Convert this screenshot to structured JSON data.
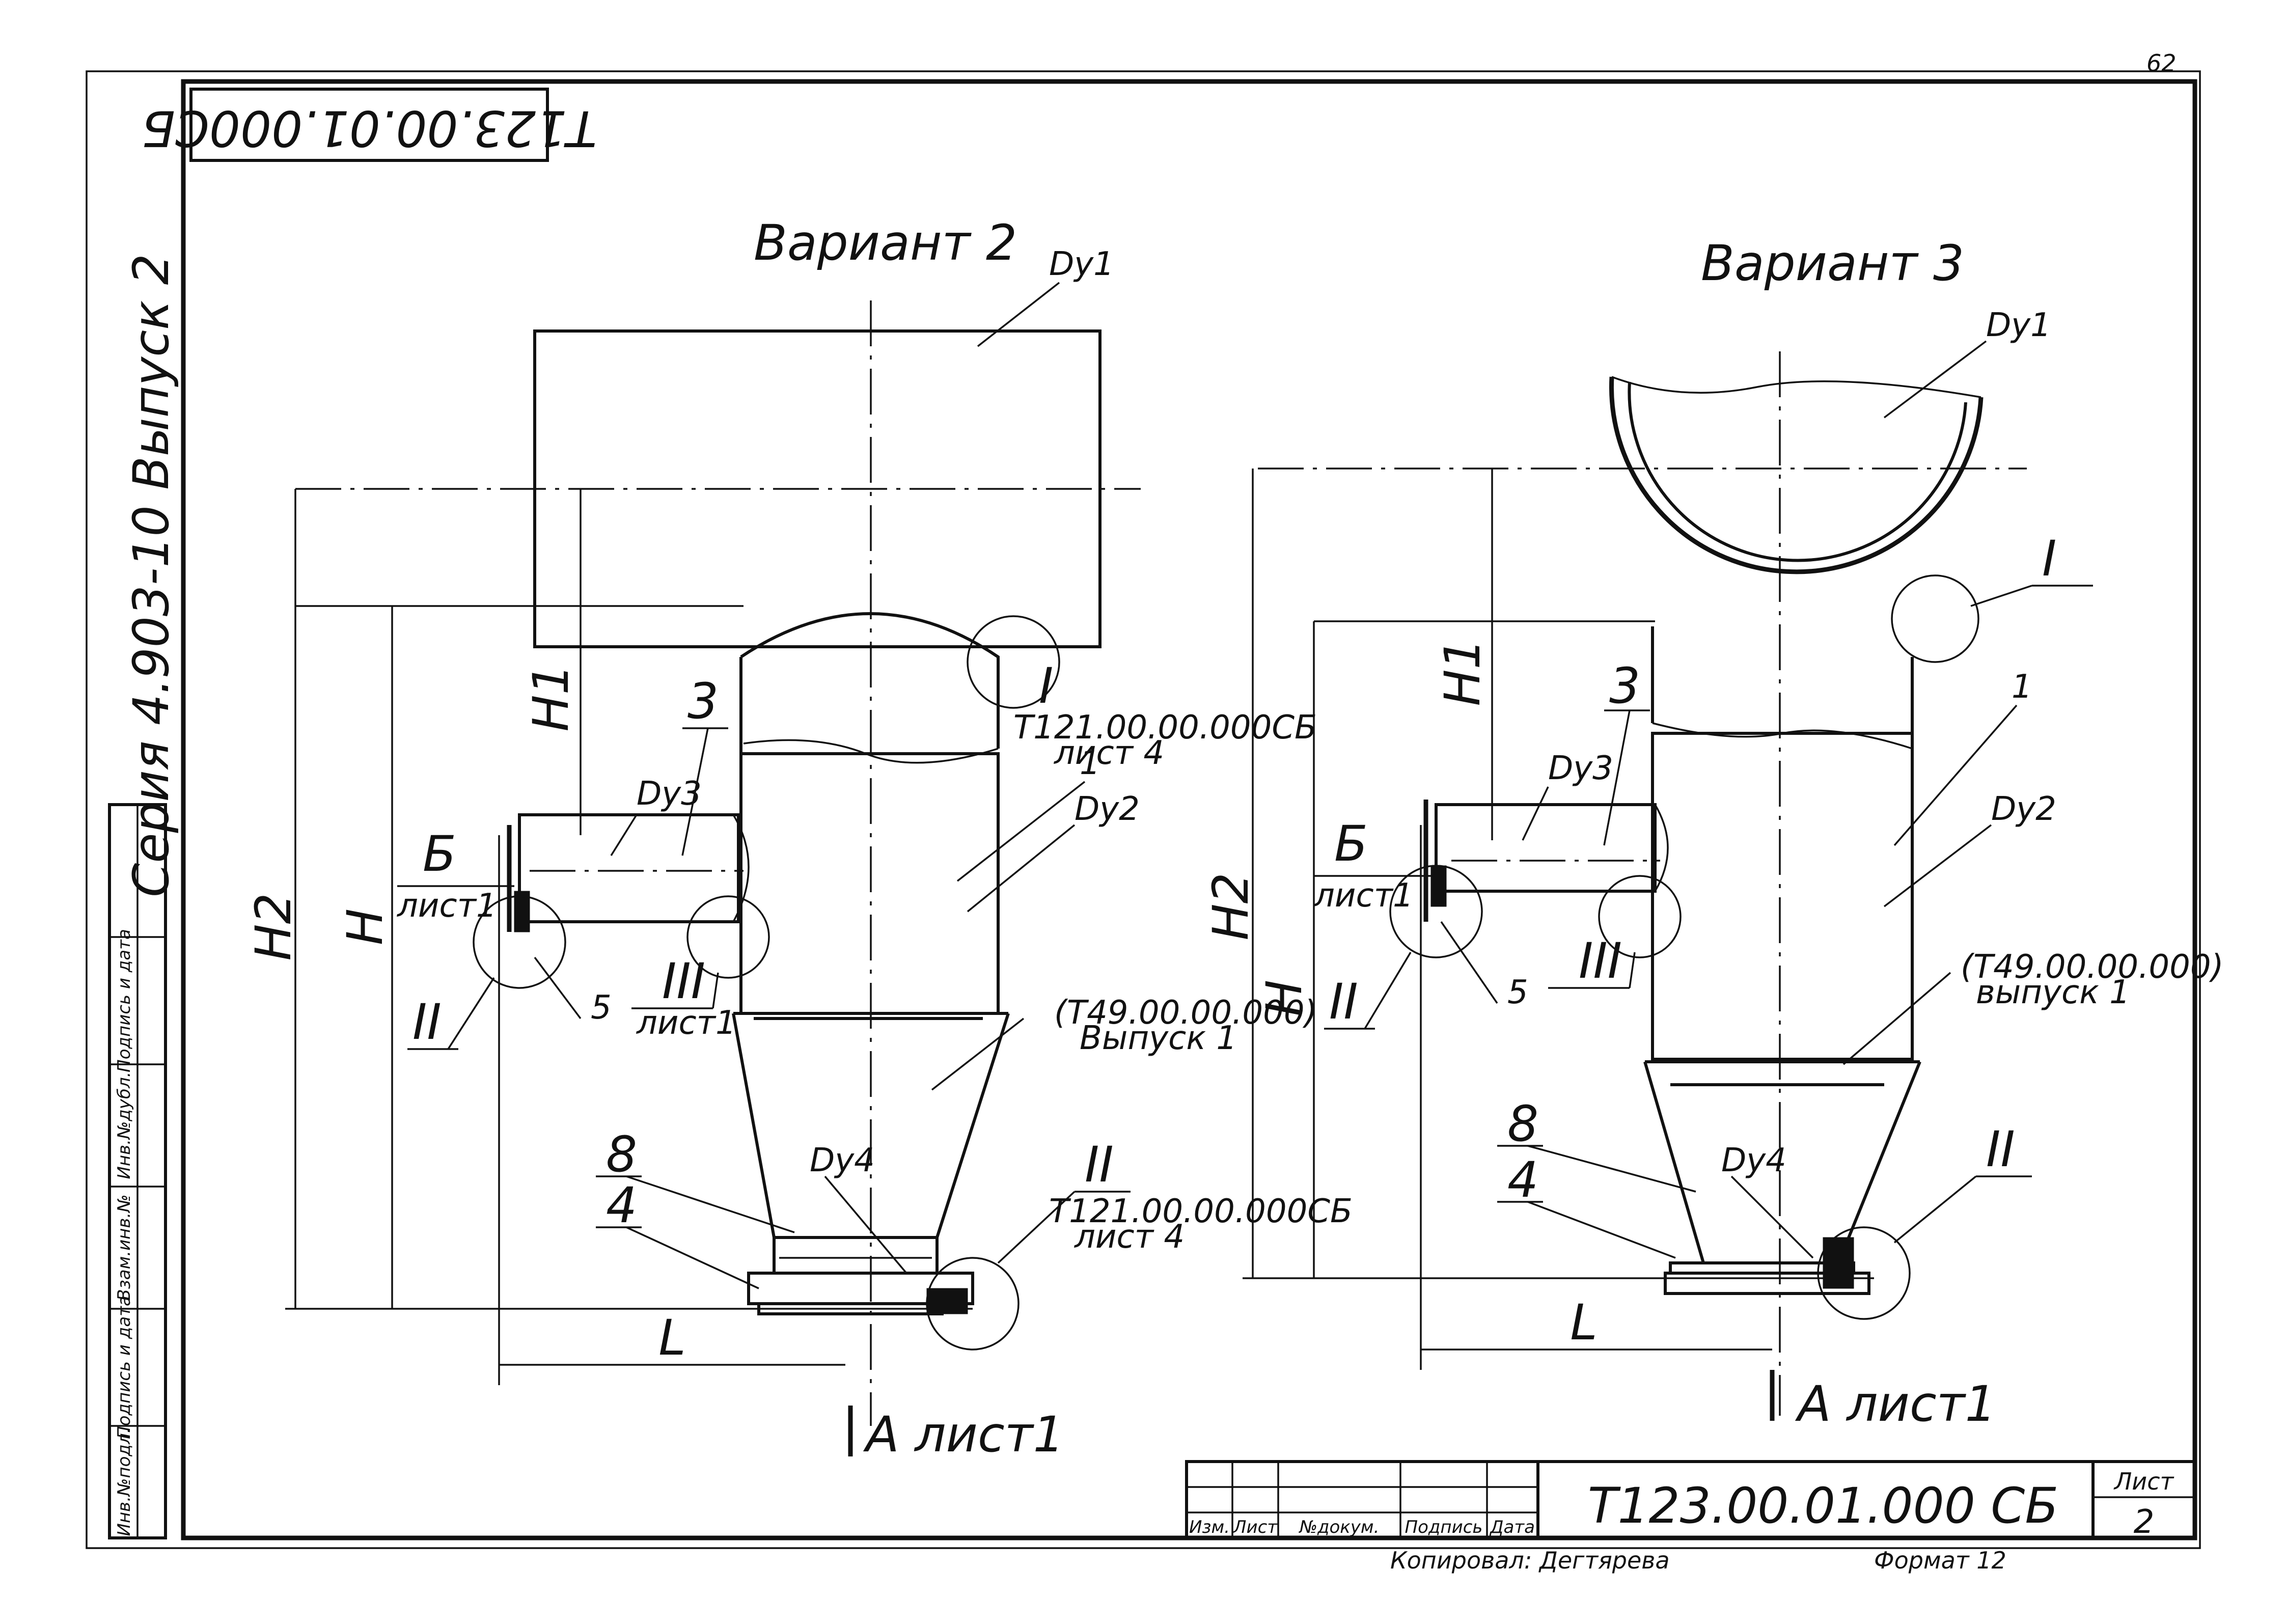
{
  "sheet_corner_number": "62",
  "stamp_top": "T123.00.01.000СБ",
  "series_text": "Серия 4.903-10 Выпуск 2",
  "left_strip": {
    "cells": [
      "Инв.№подл.",
      "Подпись и дата",
      "Взам.инв.№",
      "Инв.№дубл.",
      "Подпись и дата"
    ]
  },
  "variant2": {
    "title": "Вариант 2",
    "dy1": "Dу1",
    "dy2": "Dу2",
    "dy3": "Dу3",
    "dy4": "Dу4",
    "num1": "1",
    "num3": "3",
    "num4": "4",
    "num5": "5",
    "num8": "8",
    "b_label": "Б",
    "b_sheet": "лист1",
    "node1": "I",
    "node1_ref1": "T121.00.00.000СБ",
    "node1_ref2": "лист 4",
    "node2_left": "II",
    "node3": "III",
    "node3_sheet": "лист1",
    "node2_right": "II",
    "node2_ref1": "T121.00.00.000СБ",
    "node2_ref2": "лист 4",
    "t49_ref1": "(T49.00.00.000)",
    "t49_ref2": "Выпуск 1",
    "h1": "H1",
    "h2": "H2",
    "h": "H",
    "l": "L",
    "a_view": "А лист1"
  },
  "variant3": {
    "title": "Вариант 3",
    "dy1": "Dу1",
    "dy2": "Dу2",
    "dy3": "Dу3",
    "dy4": "Dу4",
    "num1": "1",
    "num3": "3",
    "num4": "4",
    "num5": "5",
    "num8": "8",
    "b_label": "Б",
    "b_sheet": "лист1",
    "node1": "I",
    "node2_left": "II",
    "node3": "III",
    "node2_right": "II",
    "t49_ref1": "(T49.00.00.000)",
    "t49_ref2": "выпуск 1",
    "h1": "H1",
    "h2": "H2",
    "h": "H",
    "l": "L",
    "a_view": "А лист1"
  },
  "title_block": {
    "col_izm": "Изм.",
    "col_list": "Лист",
    "col_ndok": "№докум.",
    "col_podp": "Подпись",
    "col_data": "Дата",
    "designation": "T123.00.01.000 СБ",
    "sheet_label": "Лист",
    "sheet_number": "2",
    "copied_by": "Копировал: Дегтярева",
    "format": "Формат 12"
  }
}
